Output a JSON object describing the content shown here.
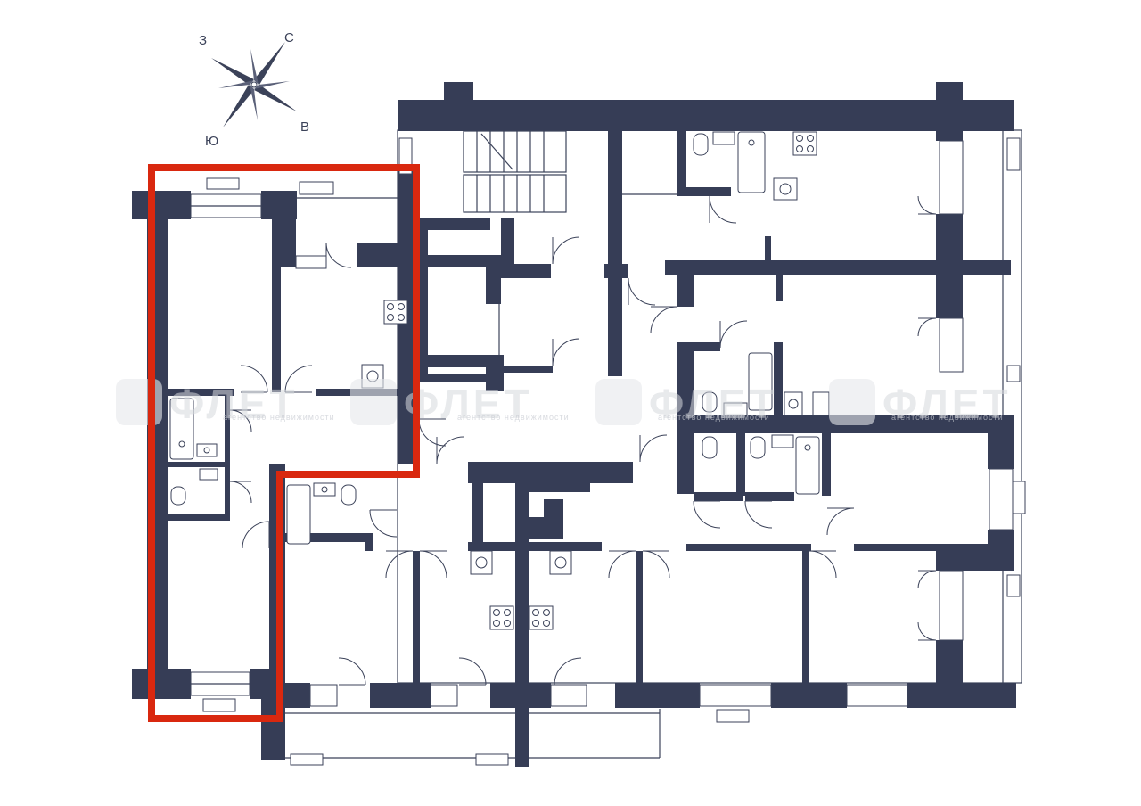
{
  "compass": {
    "north": "С",
    "east": "В",
    "south": "Ю",
    "west": "З"
  },
  "watermark": {
    "brand": "ФЛЕТ",
    "tagline": "агентство недвижимости"
  },
  "colors": {
    "wall": "#363d56",
    "highlight": "#d9280f",
    "background": "#ffffff"
  },
  "icons": [
    "compass-rose-icon",
    "stove-icon",
    "sink-icon",
    "bathtub-icon",
    "toilet-icon",
    "door-swing-icon",
    "window-icon"
  ]
}
